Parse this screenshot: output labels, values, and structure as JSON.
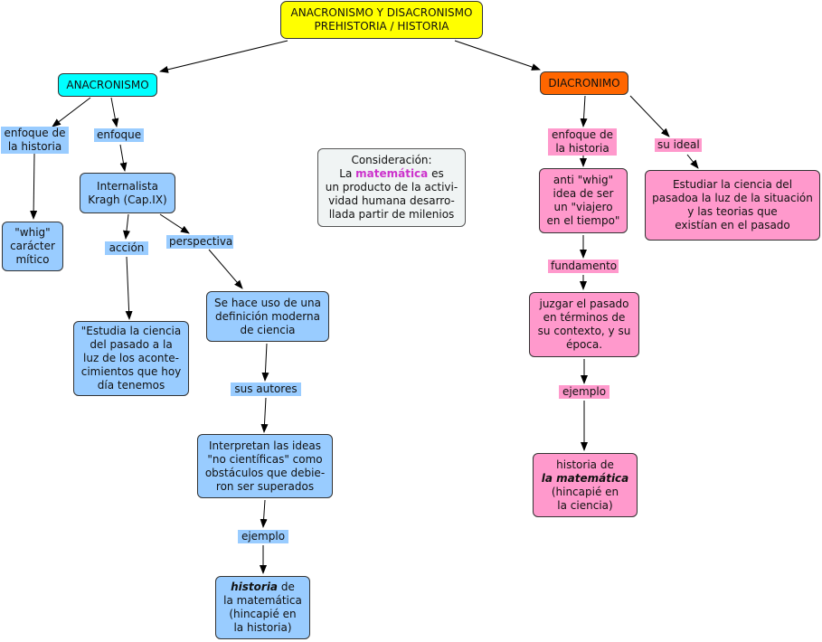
{
  "root": {
    "line1": "ANACRONISMO Y DISACRONISMO",
    "line2": "PREHISTORIA / HISTORIA"
  },
  "anacronismo": {
    "title": "ANACRONISMO"
  },
  "diacronimo": {
    "title": "DIACRONIMO"
  },
  "left": {
    "enfoque_historia": [
      "enfoque de",
      "la historia"
    ],
    "enfoque": "enfoque",
    "whig": [
      "\"whig\"",
      "carácter",
      "mítico"
    ],
    "internalista": [
      "Internalista",
      "Kragh (Cap.IX)"
    ],
    "accion": "acción",
    "perspectiva": "perspectiva",
    "estudia": [
      "\"Estudia la ciencia",
      "del pasado a la",
      "luz de los aconte-",
      "cimientos que hoy",
      "día tenemos"
    ],
    "definicion": [
      "Se hace uso de una",
      "definición moderna",
      "de ciencia"
    ],
    "sus_autores": "sus autores",
    "interpretan": [
      "Interpretan las ideas",
      "\"no científicas\" como",
      "obstáculos que debie-",
      "ron ser superados"
    ],
    "ejemplo": "ejemplo",
    "historia_word": "historia",
    "historia_rest": " de",
    "historia_lines": [
      "la matemática",
      "(hincapié en",
      "la historia)"
    ]
  },
  "middle": {
    "line1": "Consideración:",
    "line2_pre": "La ",
    "line2_bold": "matemática",
    "line2_post": " es",
    "line3": "un producto de la activi-",
    "line4": "vidad humana desarro-",
    "line5": "llada partir de milenios"
  },
  "right": {
    "enfoque_historia": [
      "enfoque de",
      "la historia"
    ],
    "su_ideal": "su ideal",
    "anti_whig": [
      "anti \"whig\"",
      "idea de ser",
      "un \"viajero",
      "en el tiempo\""
    ],
    "estudiar": [
      "Estudiar la ciencia del",
      "pasadoa la luz de la situación",
      "y las teorias que",
      "existían en el pasado"
    ],
    "fundamento": "fundamento",
    "juzgar": [
      "juzgar el pasado",
      "en términos de",
      "su contexto, y su",
      "época."
    ],
    "ejemplo": "ejemplo",
    "historia_de": "historia de",
    "la_matematica": "la matemática",
    "historia_lines": [
      "(hincapié en",
      "la ciencia)"
    ]
  }
}
